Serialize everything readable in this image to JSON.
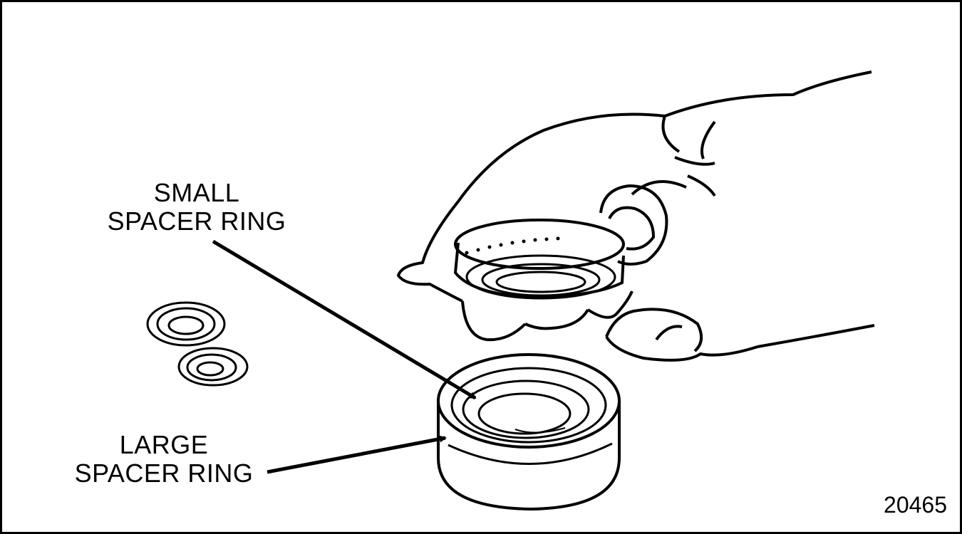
{
  "labels": {
    "small_spacer_ring": [
      "SMALL",
      "SPACER RING"
    ],
    "large_spacer_ring": [
      "LARGE",
      "SPACER RING"
    ]
  },
  "figure_number": "20465"
}
